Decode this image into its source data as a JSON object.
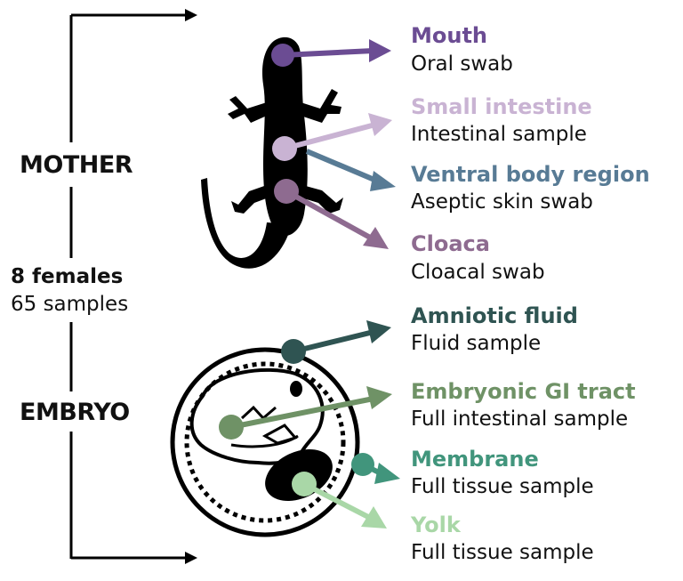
{
  "groups": {
    "mother": "MOTHER",
    "embryo": "EMBRYO"
  },
  "summary": {
    "females": "8 females",
    "samples": "65 samples"
  },
  "sites": [
    {
      "name": "Mouth",
      "desc": "Oral swab",
      "color": "#6b4c93"
    },
    {
      "name": "Small intestine",
      "desc": "Intestinal sample",
      "color": "#c9b3d3"
    },
    {
      "name": "Ventral body region",
      "desc": "Aseptic skin swab",
      "color": "#587b95"
    },
    {
      "name": "Cloaca",
      "desc": "Cloacal swab",
      "color": "#8e6b90"
    },
    {
      "name": "Amniotic fluid",
      "desc": "Fluid sample",
      "color": "#2f5452"
    },
    {
      "name": "Embryonic GI tract",
      "desc": "Full intestinal sample",
      "color": "#6f9266"
    },
    {
      "name": "Membrane",
      "desc": "Full tissue sample",
      "color": "#41957c"
    },
    {
      "name": "Yolk",
      "desc": "Full tissue sample",
      "color": "#a9d7a7"
    }
  ],
  "icons": {
    "mother": "lizard-icon",
    "embryo": "egg-embryo-icon"
  }
}
